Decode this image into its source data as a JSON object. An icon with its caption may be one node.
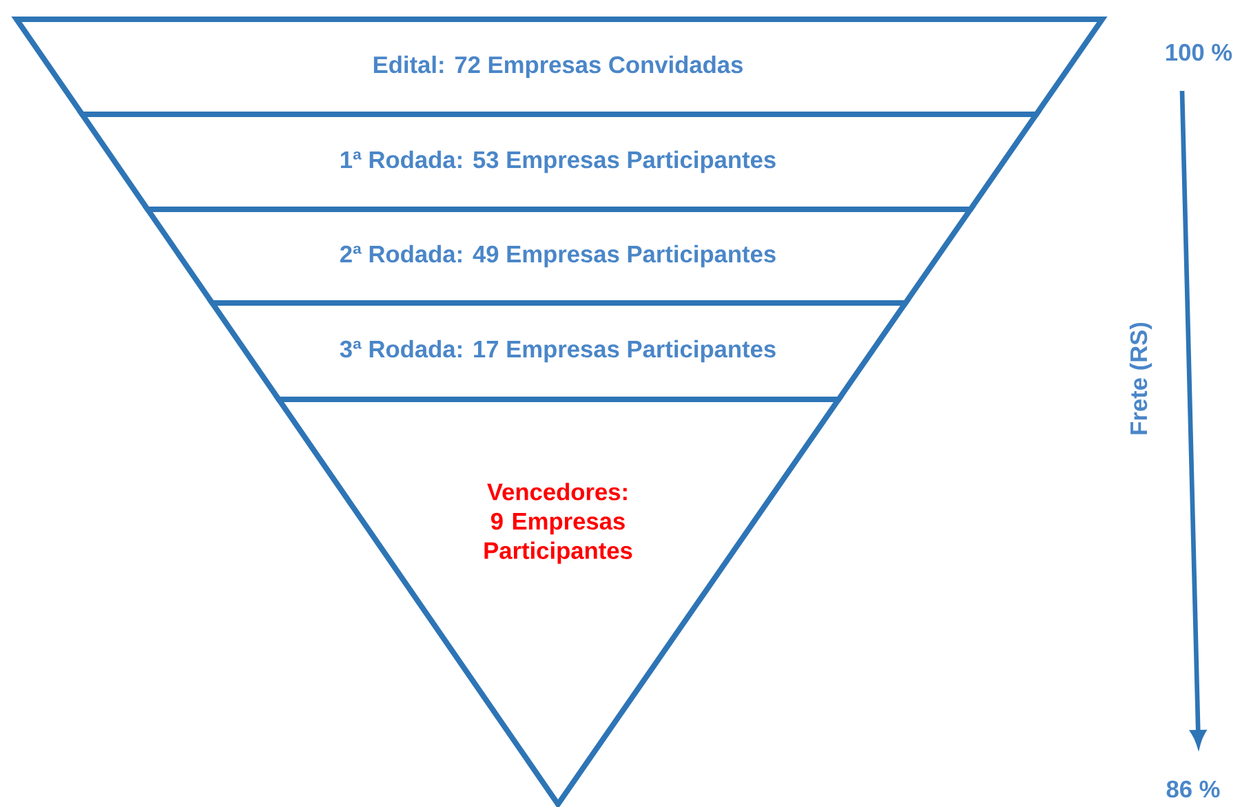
{
  "diagram": {
    "nodes": [
      {
        "text": [
          "Edital: 72 Empresas Convidadas"
        ]
      },
      {
        "text": [
          "1ª Rodada: 53 Empresas Participantes"
        ]
      },
      {
        "text": [
          "2ª Rodada: 49 Empresas Participantes"
        ]
      },
      {
        "text": [
          "3ª Rodada: 17 Empresas Participantes"
        ]
      },
      {
        "text": [
          "Vencedores: 9 Empresas Participantes"
        ]
      }
    ],
    "labels": [
      "100 %",
      "Frete (RS)",
      "86 %"
    ]
  }
}
